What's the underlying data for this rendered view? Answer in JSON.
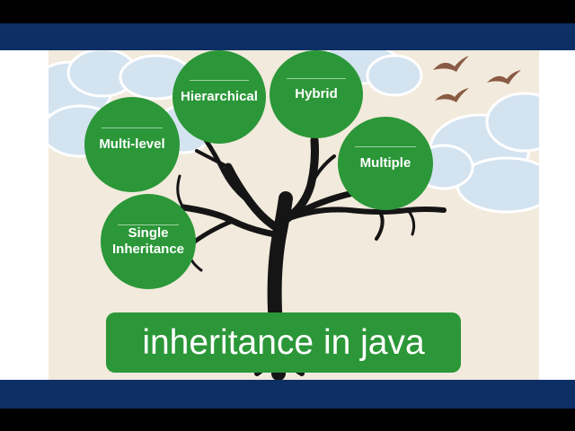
{
  "nodes": {
    "hierarchical": "Hierarchical",
    "hybrid": "Hybrid",
    "multi_level": "Multi-level",
    "multiple": "Multiple",
    "single_line1": "Single",
    "single_line2": "Inheritance"
  },
  "title": "inheritance in java",
  "colors": {
    "band": "#0d2f66",
    "background": "#f2eadc",
    "node_fill": "#2b9738",
    "cloud": "#d4e3f0",
    "trunk": "#151515",
    "bird": "#8a5a44"
  },
  "decorations": [
    "cloud",
    "tree",
    "birds"
  ]
}
